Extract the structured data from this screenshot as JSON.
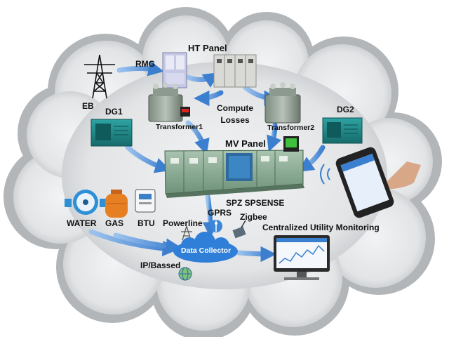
{
  "labels": {
    "eb": "EB",
    "rmg": "RMG",
    "ht_panel": "HT Panel",
    "dg1": "DG1",
    "dg2": "DG2",
    "transformer1": "Transformer1",
    "transformer2": "Transformer2",
    "compute_losses_line1": "Compute",
    "compute_losses_line2": "Losses",
    "mv_panel": "MV Panel",
    "spz_spsense": "SPZ SPSENSE",
    "water": "WATER",
    "gas": "GAS",
    "btu": "BTU",
    "powerline": "Powerline",
    "gprs": "GPRS",
    "zigbee": "Zigbee",
    "data_collector": "Data Collector",
    "ip_based": "IP/Bassed",
    "centralized_monitoring": "Centralized Utility Monitoring"
  },
  "colors": {
    "cloud_fill": "#d4d6d8",
    "arrow_blue": "#3d7fcf",
    "panel_green": "#7fa58a",
    "genset_teal": "#1f8a8a",
    "gas_orange": "#e67e22",
    "collector_blue": "#2f7fd8"
  },
  "icons": [
    "tower-icon",
    "rmg-unit-icon",
    "ht-panel-icon",
    "transformer-icon",
    "genset-icon",
    "mv-panel-icon",
    "smartphone-icon",
    "water-meter-icon",
    "gas-cylinder-icon",
    "btu-meter-icon",
    "powerline-tower-icon",
    "gprs-antenna-icon",
    "zigbee-module-icon",
    "data-collector-cloud-icon",
    "ip-globe-icon",
    "monitor-icon"
  ]
}
